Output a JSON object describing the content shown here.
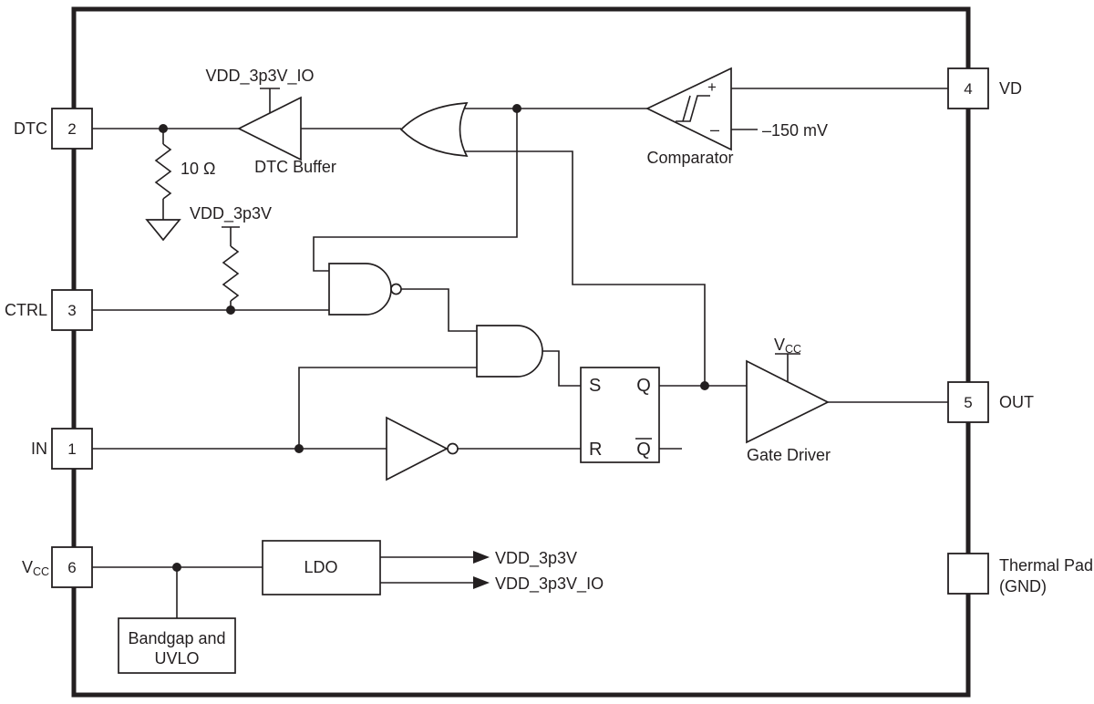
{
  "colors": {
    "ink": "#231f20",
    "background": "#ffffff"
  },
  "pins": {
    "dtc": {
      "number": "2",
      "label": "DTC"
    },
    "ctrl": {
      "number": "3",
      "label": "CTRL"
    },
    "in": {
      "number": "1",
      "label": "IN"
    },
    "vcc": {
      "number": "6",
      "label_main": "V",
      "label_sub": "CC"
    },
    "vd": {
      "number": "4",
      "label": "VD"
    },
    "out": {
      "number": "5",
      "label": "OUT"
    },
    "thermal": {
      "label_line1": "Thermal Pad",
      "label_line2": "(GND)"
    }
  },
  "blocks": {
    "dtc_buffer": "DTC Buffer",
    "comparator": "Comparator",
    "gate_driver": "Gate Driver",
    "ldo": "LDO",
    "bandgap_line1": "Bandgap and",
    "bandgap_line2": "UVLO"
  },
  "latch": {
    "s": "S",
    "q": "Q",
    "r": "R",
    "qbar": "Q"
  },
  "labels": {
    "vdd_io_supply": "VDD_3p3V_IO",
    "vdd_supply": "VDD_3p3V",
    "resistor": "10 Ω",
    "comp_ref": "–150 mV",
    "comp_plus": "+",
    "comp_minus": "–",
    "gd_supply_main": "V",
    "gd_supply_sub": "CC",
    "ldo_out1": "VDD_3p3V",
    "ldo_out2": "VDD_3p3V_IO"
  }
}
